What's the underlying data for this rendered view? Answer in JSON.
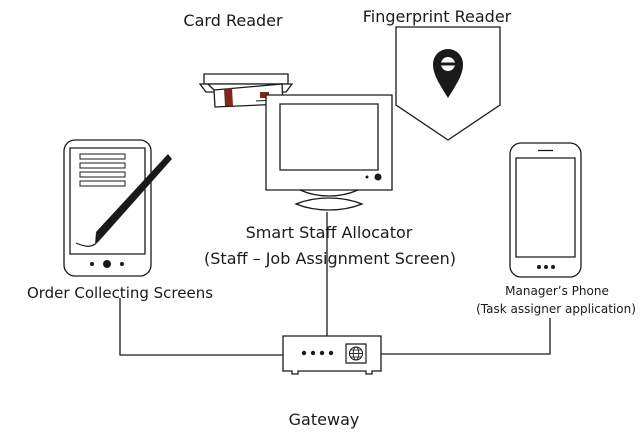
{
  "labels": {
    "card_reader": "Card Reader",
    "fingerprint_reader": "Fingerprint Reader",
    "allocator_title": "Smart Staff Allocator",
    "allocator_subtitle": "(Staff – Job Assignment Screen)",
    "order_screens": "Order Collecting Screens",
    "manager_phone": "Manager’s Phone",
    "manager_app": "(Task assigner application)",
    "gateway": "Gateway"
  },
  "icons": {
    "card_reader": "card-reader-icon",
    "fingerprint_reader": "fingerprint-reader-icon",
    "monitor": "monitor-icon",
    "tablet": "tablet-icon",
    "stylus": "stylus-icon",
    "phone": "phone-icon",
    "gateway": "gateway-router-icon",
    "globe": "globe-icon",
    "location_pin": "location-pin-icon"
  },
  "colors": {
    "stroke": "#1a1a1a",
    "card_brown": "#7a2a1a",
    "background": "#ffffff"
  }
}
